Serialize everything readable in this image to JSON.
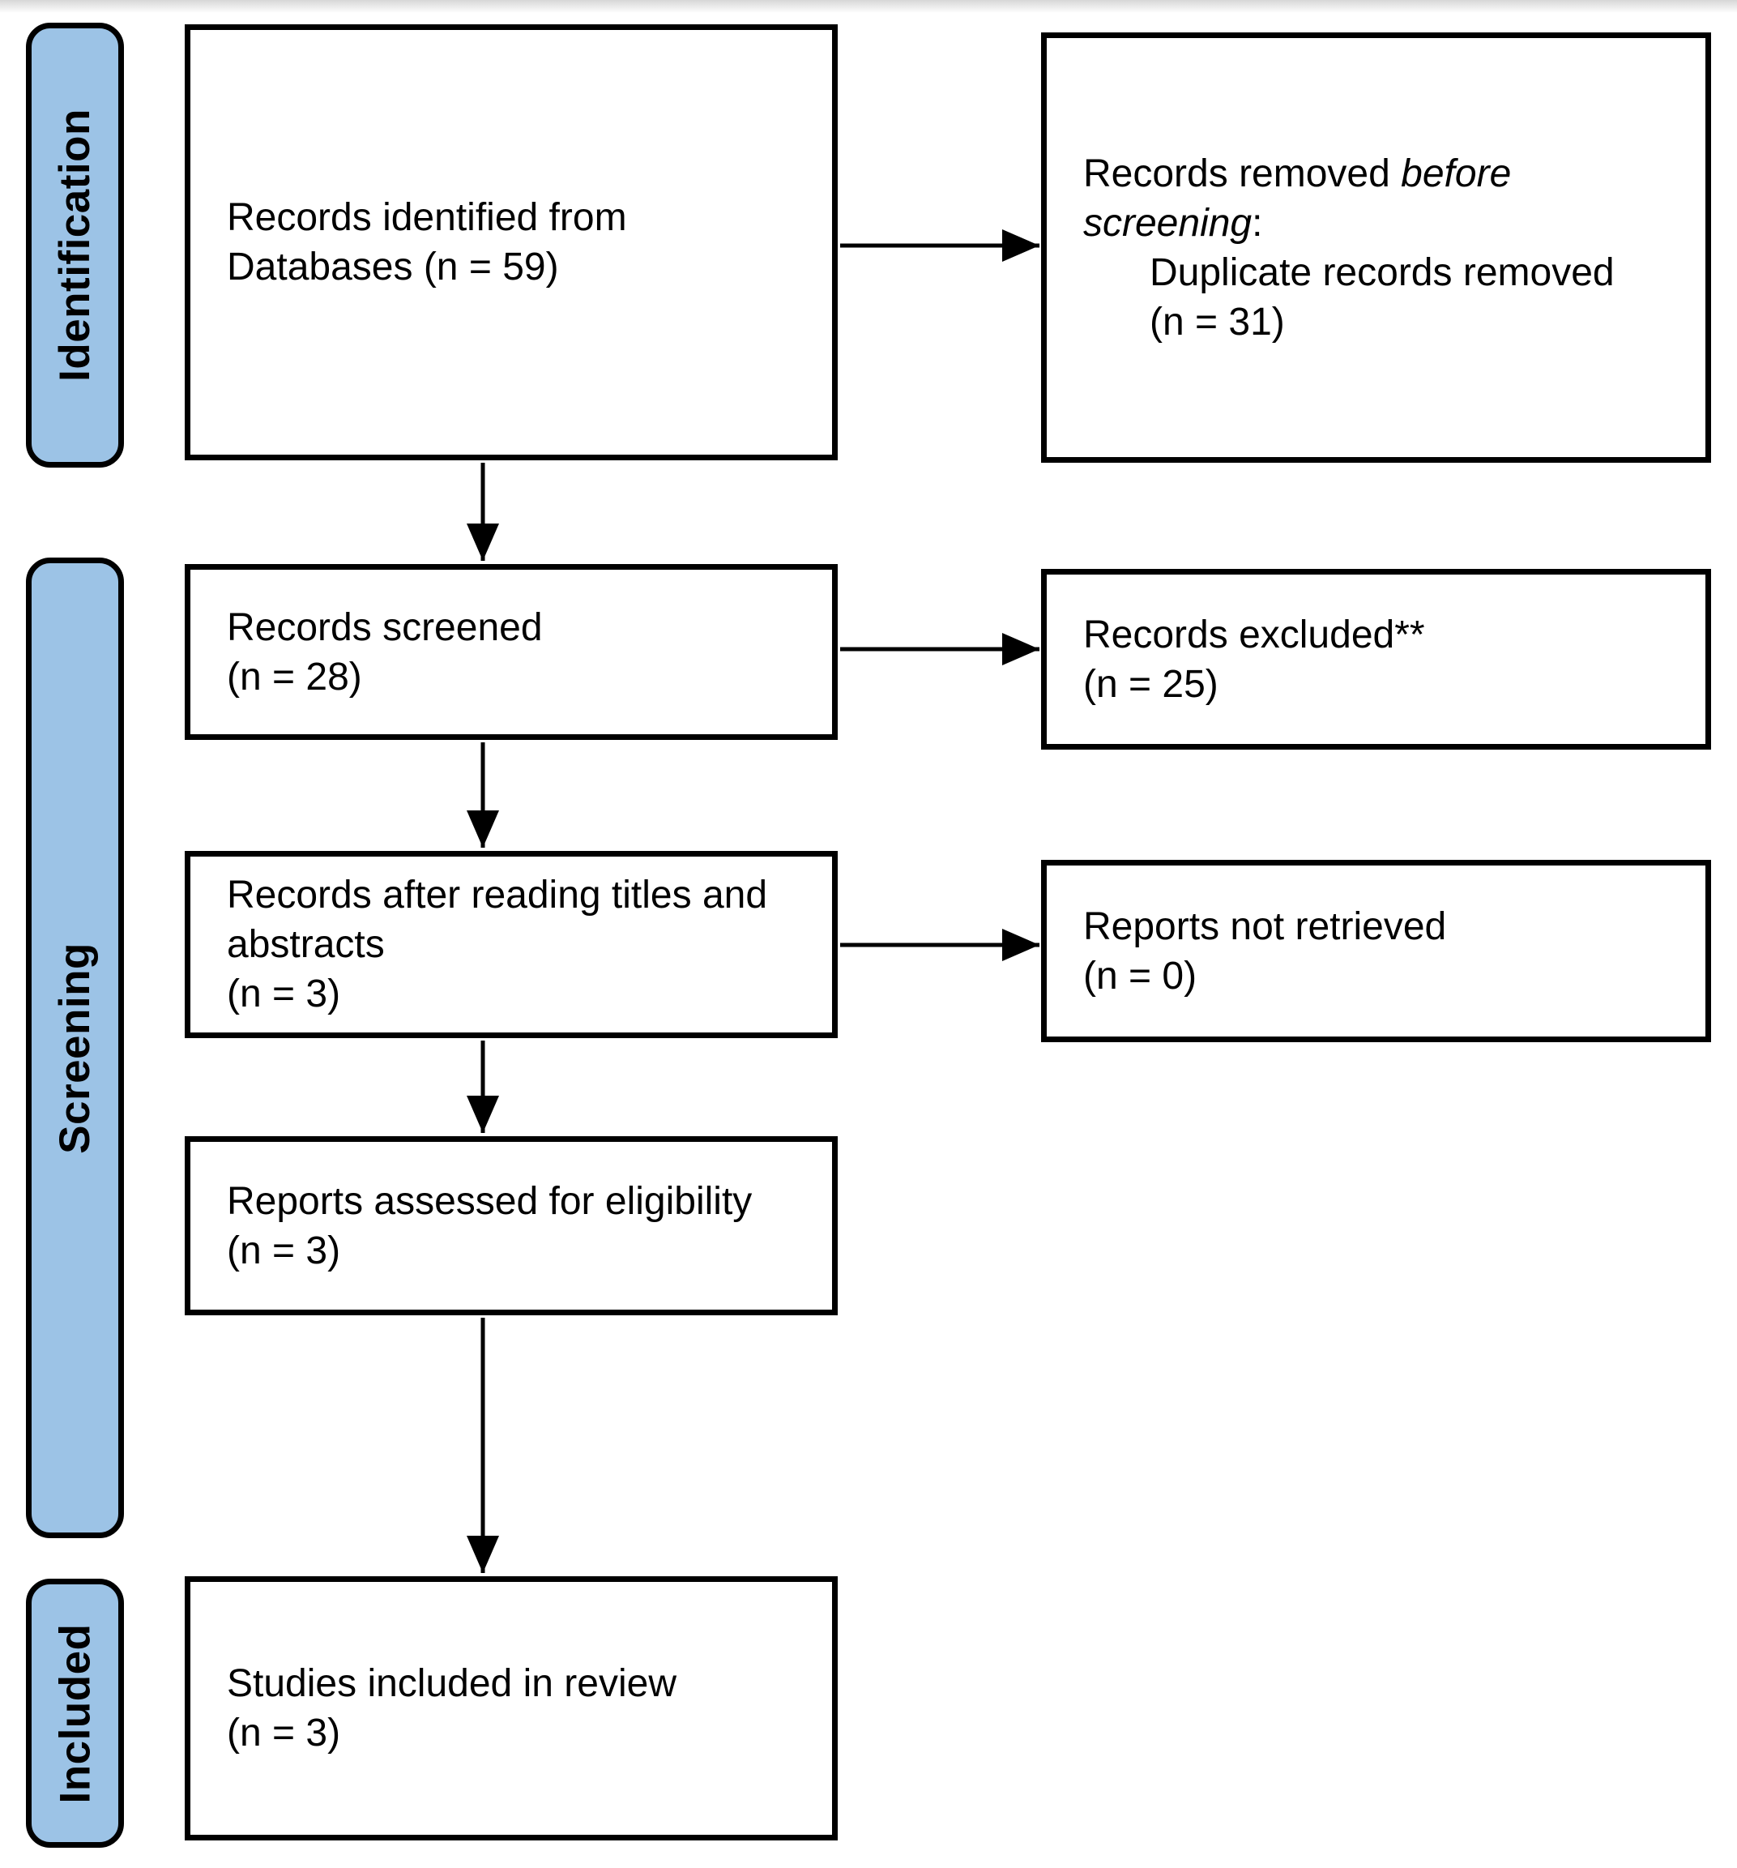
{
  "colors": {
    "stage_fill": "#9cc3e6",
    "stroke": "#000000",
    "box_fill": "#ffffff",
    "page_top_edge": "#d7d7d7"
  },
  "stages": [
    {
      "label": "Identification"
    },
    {
      "label": "Screening"
    },
    {
      "label": "Included"
    }
  ],
  "boxes": {
    "identified": {
      "lines": [
        "Records identified from",
        "Databases (n = 59)"
      ]
    },
    "removed": {
      "line1_text": "Records removed ",
      "line1_italic": "before",
      "line2_italic": "screening",
      "line2_text": ":",
      "sub_lines": [
        "Duplicate records removed",
        "(n = 31)"
      ]
    },
    "screened": {
      "lines": [
        "Records screened",
        "(n = 28)"
      ]
    },
    "excluded": {
      "lines": [
        "Records excluded**",
        "(n = 25)"
      ]
    },
    "after_reading": {
      "lines": [
        "Records after reading titles and",
        "abstracts",
        "(n = 3)"
      ]
    },
    "not_retrieved": {
      "lines": [
        "Reports not retrieved",
        "(n = 0)"
      ]
    },
    "assessed": {
      "lines": [
        "Reports assessed for eligibility",
        "(n = 3)"
      ]
    },
    "included_in_review": {
      "lines": [
        "Studies included in review",
        "(n = 3)"
      ]
    }
  }
}
